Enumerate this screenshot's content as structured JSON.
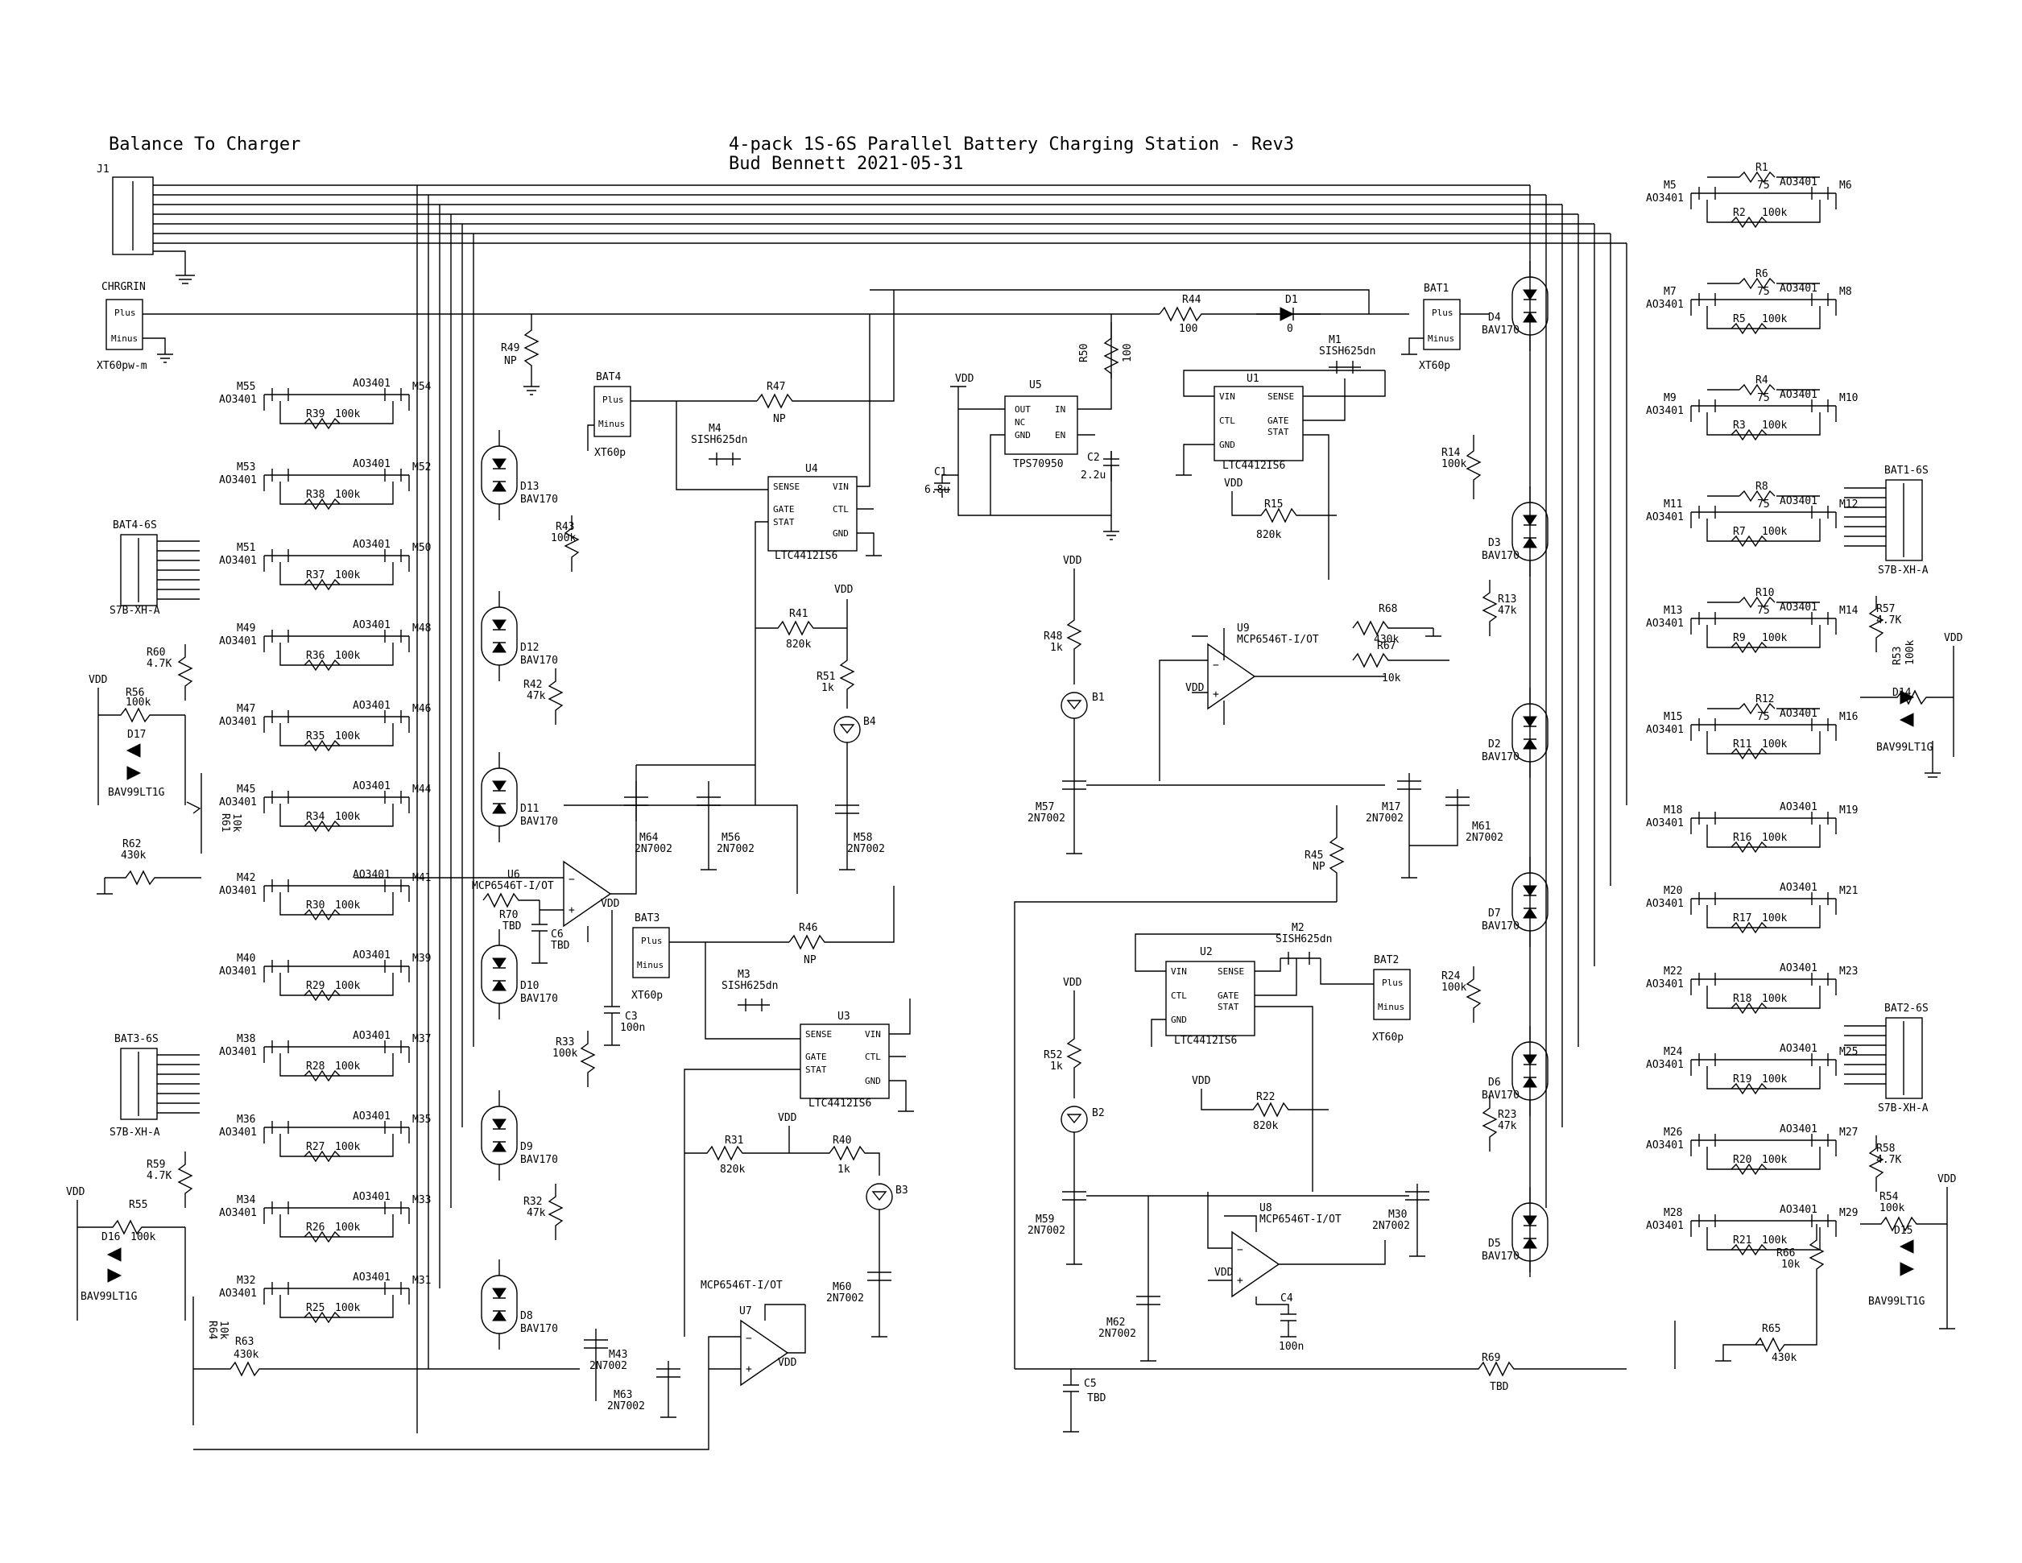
{
  "header": {
    "left_title": "Balance To Charger",
    "title_line1": "4-pack 1S-6S Parallel Battery Charging Station - Rev3",
    "title_line2": "Bud Bennett  2021-05-31"
  },
  "connectors": {
    "J1": {
      "ref": "J1"
    },
    "chrgrin": {
      "ref": "CHRGRIN",
      "pin1": "Plus",
      "pin2": "Minus",
      "part": "XT60pw-m"
    },
    "bat1": {
      "ref": "BAT1",
      "pin1": "Plus",
      "pin2": "Minus",
      "part": "XT60p"
    },
    "bat2": {
      "ref": "BAT2",
      "pin1": "Plus",
      "pin2": "Minus",
      "part": "XT60p"
    },
    "bat3": {
      "ref": "BAT3",
      "pin1": "Plus",
      "pin2": "Minus",
      "part": "XT60p"
    },
    "bat4": {
      "ref": "BAT4",
      "pin1": "Plus",
      "pin2": "Minus",
      "part": "XT60p"
    },
    "bat1_6s": {
      "ref": "BAT1-6S",
      "part": "S7B-XH-A"
    },
    "bat2_6s": {
      "ref": "BAT2-6S",
      "part": "S7B-XH-A"
    },
    "bat3_6s": {
      "ref": "BAT3-6S",
      "part": "S7B-XH-A"
    },
    "bat4_6s": {
      "ref": "BAT4-6S",
      "part": "S7B-XH-A"
    }
  },
  "ics": {
    "U1": {
      "ref": "U1",
      "part": "LTC4412IS6",
      "p_vin": "VIN",
      "p_ctl": "CTL",
      "p_gnd": "GND",
      "p_sense": "SENSE",
      "p_gate": "GATE",
      "p_stat": "STAT"
    },
    "U2": {
      "ref": "U2",
      "part": "LTC4412IS6",
      "p_vin": "VIN",
      "p_ctl": "CTL",
      "p_gnd": "GND",
      "p_sense": "SENSE",
      "p_gate": "GATE",
      "p_stat": "STAT"
    },
    "U3": {
      "ref": "U3",
      "part": "LTC4412IS6",
      "p_sense": "SENSE",
      "p_gate": "GATE",
      "p_stat": "STAT",
      "p_vin": "VIN",
      "p_ctl": "CTL",
      "p_gnd": "GND"
    },
    "U4": {
      "ref": "U4",
      "part": "LTC4412IS6",
      "p_sense": "SENSE",
      "p_gate": "GATE",
      "p_stat": "STAT",
      "p_vin": "VIN",
      "p_ctl": "CTL",
      "p_gnd": "GND"
    },
    "U5": {
      "ref": "U5",
      "part": "TPS70950",
      "p_out": "OUT",
      "p_nc": "NC",
      "p_gnd": "GND",
      "p_in": "IN",
      "p_en": "EN"
    },
    "U6": {
      "ref": "U6",
      "part": "MCP6546T-I/OT"
    },
    "U7": {
      "ref": "U7",
      "part": "MCP6546T-I/OT"
    },
    "U8": {
      "ref": "U8",
      "part": "MCP6546T-I/OT"
    },
    "U9": {
      "ref": "U9",
      "part": "MCP6546T-I/OT"
    }
  },
  "pmos_switches": {
    "M1": {
      "ref": "M1",
      "part": "SISH625dn"
    },
    "M2": {
      "ref": "M2",
      "part": "SISH625dn"
    },
    "M3": {
      "ref": "M3",
      "part": "SISH625dn"
    },
    "M4": {
      "ref": "M4",
      "part": "SISH625dn"
    }
  },
  "misc_parts": {
    "R44": {
      "ref": "R44",
      "val": "100"
    },
    "D1": {
      "ref": "D1",
      "val": "0"
    },
    "R47": {
      "ref": "R47",
      "val": "NP"
    },
    "R46": {
      "ref": "R46",
      "val": "NP"
    },
    "R49": {
      "ref": "R49",
      "val": "NP"
    },
    "R45": {
      "ref": "R45",
      "val": "NP"
    },
    "R50": {
      "ref": "R50",
      "val": "100"
    },
    "C1": {
      "ref": "C1",
      "val": "6.8u"
    },
    "C2": {
      "ref": "C2",
      "val": "2.2u"
    },
    "C3": {
      "ref": "C3",
      "val": "100n"
    },
    "C4": {
      "ref": "C4",
      "val": "100n"
    },
    "C5": {
      "ref": "C5",
      "val": "TBD"
    },
    "C6": {
      "ref": "C6",
      "val": "TBD"
    },
    "R15": {
      "ref": "R15",
      "val": "820k"
    },
    "R22": {
      "ref": "R22",
      "val": "820k"
    },
    "R31": {
      "ref": "R31",
      "val": "820k"
    },
    "R41": {
      "ref": "R41",
      "val": "820k"
    },
    "R48": {
      "ref": "R48",
      "val": "1k"
    },
    "R51": {
      "ref": "R51",
      "val": "1k"
    },
    "R52": {
      "ref": "R52",
      "val": "1k"
    },
    "R40": {
      "ref": "R40",
      "val": "1k"
    },
    "B1": {
      "ref": "B1"
    },
    "B2": {
      "ref": "B2"
    },
    "B3": {
      "ref": "B3"
    },
    "B4": {
      "ref": "B4"
    },
    "R68": {
      "ref": "R68",
      "val": "430k"
    },
    "R67": {
      "ref": "R67",
      "val": "10k"
    },
    "R69": {
      "ref": "R69",
      "val": "TBD"
    },
    "R70": {
      "ref": "R70",
      "val": "TBD"
    },
    "R62": {
      "ref": "R62",
      "val": "430k"
    },
    "R63": {
      "ref": "R63",
      "val": "430k"
    },
    "R65": {
      "ref": "R65",
      "val": "430k"
    },
    "R61": {
      "ref": "R61",
      "val": "10k"
    },
    "R64": {
      "ref": "R64",
      "val": "10k"
    },
    "R66": {
      "ref": "R66",
      "val": "10k"
    },
    "R53": {
      "ref": "R53",
      "val": "100k"
    },
    "R54": {
      "ref": "R54",
      "val": "100k"
    },
    "R55": {
      "ref": "R55",
      "val": "100k"
    },
    "R56": {
      "ref": "R56",
      "val": "100k"
    },
    "R57": {
      "ref": "R57",
      "val": "4.7K"
    },
    "R58": {
      "ref": "R58",
      "val": "4.7K"
    },
    "R59": {
      "ref": "R59",
      "val": "4.7K"
    },
    "R60": {
      "ref": "R60",
      "val": "4.7K"
    },
    "D14": {
      "ref": "D14",
      "val": "BAV99LT1G"
    },
    "D15": {
      "ref": "D15",
      "val": "BAV99LT1G"
    },
    "D16": {
      "ref": "D16",
      "val": "BAV99LT1G"
    },
    "D17": {
      "ref": "D17",
      "val": "BAV99LT1G"
    },
    "R14": {
      "ref": "R14",
      "val": "100k"
    },
    "R24": {
      "ref": "R24",
      "val": "100k"
    },
    "R33": {
      "ref": "R33",
      "val": "100k"
    },
    "R43": {
      "ref": "R43",
      "val": "100k"
    },
    "R13": {
      "ref": "R13",
      "val": "47k"
    },
    "R23": {
      "ref": "R23",
      "val": "47k"
    },
    "R32": {
      "ref": "R32",
      "val": "47k"
    },
    "R42": {
      "ref": "R42",
      "val": "47k"
    }
  },
  "nmos": {
    "M17": {
      "ref": "M17",
      "part": "2N7002"
    },
    "M30": {
      "ref": "M30",
      "part": "2N7002"
    },
    "M43": {
      "ref": "M43",
      "part": "2N7002"
    },
    "M56": {
      "ref": "M56",
      "part": "2N7002"
    },
    "M57": {
      "ref": "M57",
      "part": "2N7002"
    },
    "M58": {
      "ref": "M58",
      "part": "2N7002"
    },
    "M59": {
      "ref": "M59",
      "part": "2N7002"
    },
    "M60": {
      "ref": "M60",
      "part": "2N7002"
    },
    "M61": {
      "ref": "M61",
      "part": "2N7002"
    },
    "M62": {
      "ref": "M62",
      "part": "2N7002"
    },
    "M63": {
      "ref": "M63",
      "part": "2N7002"
    },
    "M64": {
      "ref": "M64",
      "part": "2N7002"
    }
  },
  "bav170": [
    {
      "ref": "D2",
      "val": "BAV170"
    },
    {
      "ref": "D3",
      "val": "BAV170"
    },
    {
      "ref": "D4",
      "val": "BAV170"
    },
    {
      "ref": "D5",
      "val": "BAV170"
    },
    {
      "ref": "D6",
      "val": "BAV170"
    },
    {
      "ref": "D7",
      "val": "BAV170"
    },
    {
      "ref": "D8",
      "val": "BAV170"
    },
    {
      "ref": "D9",
      "val": "BAV170"
    },
    {
      "ref": "D10",
      "val": "BAV170"
    },
    {
      "ref": "D11",
      "val": "BAV170"
    },
    {
      "ref": "D12",
      "val": "BAV170"
    },
    {
      "ref": "D13",
      "val": "BAV170"
    }
  ],
  "balance_right_top": [
    {
      "m1": "M5",
      "m2": "M6",
      "r": "R1",
      "rv": "75",
      "rb": "R2",
      "rbv": "100k",
      "p1": "AO3401",
      "p2": "AO3401"
    },
    {
      "m1": "M7",
      "m2": "M8",
      "r": "R6",
      "rv": "75",
      "rb": "R5",
      "rbv": "100k",
      "p1": "AO3401",
      "p2": "AO3401"
    },
    {
      "m1": "M9",
      "m2": "M10",
      "r": "R4",
      "rv": "75",
      "rb": "R3",
      "rbv": "100k",
      "p1": "AO3401",
      "p2": "AO3401"
    },
    {
      "m1": "M11",
      "m2": "M12",
      "r": "R8",
      "rv": "75",
      "rb": "R7",
      "rbv": "100k",
      "p1": "AO3401",
      "p2": "AO3401"
    },
    {
      "m1": "M13",
      "m2": "M14",
      "r": "R10",
      "rv": "75",
      "rb": "R9",
      "rbv": "100k",
      "p1": "AO3401",
      "p2": "AO3401"
    },
    {
      "m1": "M15",
      "m2": "M16",
      "r": "R12",
      "rv": "75",
      "rb": "R11",
      "rbv": "100k",
      "p1": "AO3401",
      "p2": "AO3401"
    }
  ],
  "balance_right_bottom": [
    {
      "m1": "M18",
      "m2": "M19",
      "rb": "R16",
      "rbv": "100k",
      "p1": "AO3401",
      "p2": "AO3401"
    },
    {
      "m1": "M20",
      "m2": "M21",
      "rb": "R17",
      "rbv": "100k",
      "p1": "AO3401",
      "p2": "AO3401"
    },
    {
      "m1": "M22",
      "m2": "M23",
      "rb": "R18",
      "rbv": "100k",
      "p1": "AO3401",
      "p2": "AO3401"
    },
    {
      "m1": "M24",
      "m2": "M25",
      "rb": "R19",
      "rbv": "100k",
      "p1": "AO3401",
      "p2": "AO3401"
    },
    {
      "m1": "M26",
      "m2": "M27",
      "rb": "R20",
      "rbv": "100k",
      "p1": "AO3401",
      "p2": "AO3401"
    },
    {
      "m1": "M28",
      "m2": "M29",
      "rb": "R21",
      "rbv": "100k",
      "p1": "AO3401",
      "p2": "AO3401"
    }
  ],
  "balance_left_top": [
    {
      "m1": "M55",
      "m2": "M54",
      "rb": "R39",
      "rbv": "100k",
      "p1": "AO3401",
      "p2": "AO3401"
    },
    {
      "m1": "M53",
      "m2": "M52",
      "rb": "R38",
      "rbv": "100k",
      "p1": "AO3401",
      "p2": "AO3401"
    },
    {
      "m1": "M51",
      "m2": "M50",
      "rb": "R37",
      "rbv": "100k",
      "p1": "AO3401",
      "p2": "AO3401"
    },
    {
      "m1": "M49",
      "m2": "M48",
      "rb": "R36",
      "rbv": "100k",
      "p1": "AO3401",
      "p2": "AO3401"
    },
    {
      "m1": "M47",
      "m2": "M46",
      "rb": "R35",
      "rbv": "100k",
      "p1": "AO3401",
      "p2": "AO3401"
    },
    {
      "m1": "M45",
      "m2": "M44",
      "rb": "R34",
      "rbv": "100k",
      "p1": "AO3401",
      "p2": "AO3401"
    }
  ],
  "balance_left_bottom": [
    {
      "m1": "M42",
      "m2": "M41",
      "rb": "R30",
      "rbv": "100k",
      "p1": "AO3401",
      "p2": "AO3401"
    },
    {
      "m1": "M40",
      "m2": "M39",
      "rb": "R29",
      "rbv": "100k",
      "p1": "AO3401",
      "p2": "AO3401"
    },
    {
      "m1": "M38",
      "m2": "M37",
      "rb": "R28",
      "rbv": "100k",
      "p1": "AO3401",
      "p2": "AO3401"
    },
    {
      "m1": "M36",
      "m2": "M35",
      "rb": "R27",
      "rbv": "100k",
      "p1": "AO3401",
      "p2": "AO3401"
    },
    {
      "m1": "M34",
      "m2": "M33",
      "rb": "R26",
      "rbv": "100k",
      "p1": "AO3401",
      "p2": "AO3401"
    },
    {
      "m1": "M32",
      "m2": "M31",
      "rb": "R25",
      "rbv": "100k",
      "p1": "AO3401",
      "p2": "AO3401"
    }
  ],
  "nets": {
    "vdd": "VDD"
  }
}
